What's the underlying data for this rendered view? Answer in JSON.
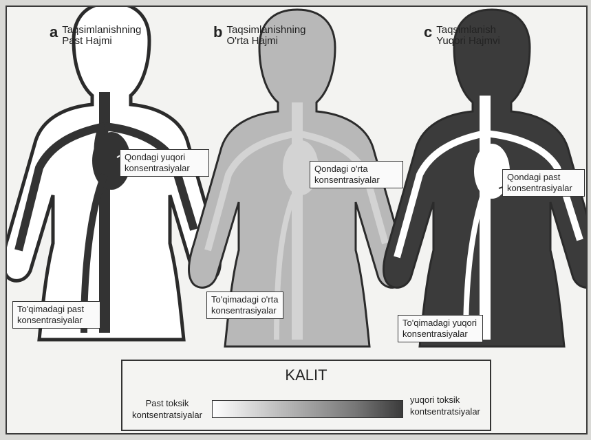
{
  "panels": [
    {
      "letter": "a",
      "title_line1": "Taqsimlanishning",
      "title_line2": "Past Hajmi"
    },
    {
      "letter": "b",
      "title_line1": "Taqsimlanishning",
      "title_line2": "O'rta Hajmi"
    },
    {
      "letter": "c",
      "title_line1": "Taqsimlanish",
      "title_line2": "Yuqori Hajmvi"
    }
  ],
  "labels": {
    "a_blood": "Qondagi yuqori konsentrasiyalar",
    "a_tissue": "To'qimadagi past konsentrasiyalar",
    "b_blood": "Qondagi o'rta konsentrasiyalar",
    "b_tissue": "To'qimadagi o'rta konsentrasiyalar",
    "c_blood": "Qondagi past konsentrasiyalar",
    "c_tissue": "To'qimadagi yuqori konsentrasiyalar"
  },
  "key": {
    "title": "KALIT",
    "low": "Past toksik kontsentratsiyalar",
    "high": "yuqori toksik kontsentratsiyalar"
  },
  "colors": {
    "low": "#ffffff",
    "mid": "#b8b8b8",
    "high": "#3b3b3b",
    "outline": "#2b2b2b"
  }
}
